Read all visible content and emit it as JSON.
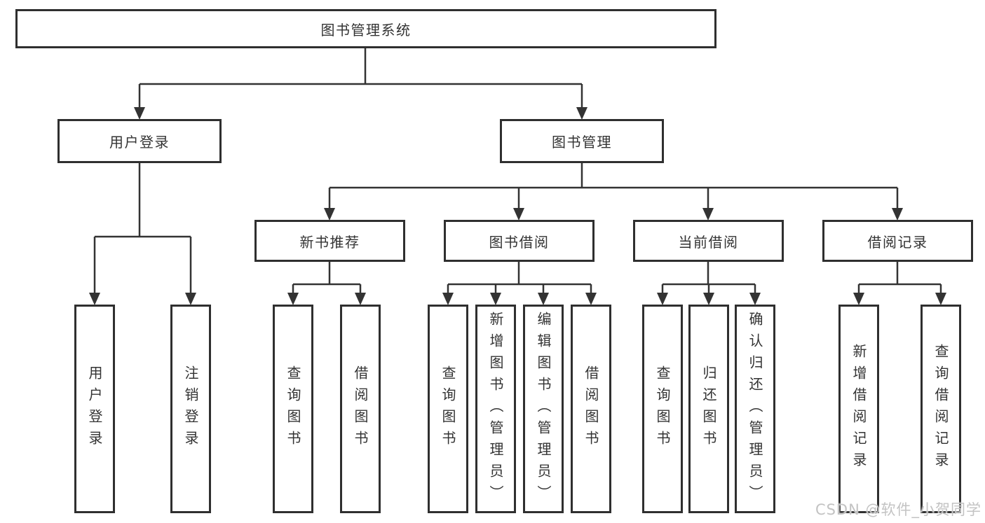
{
  "diagram": {
    "root": {
      "label": "图书管理系统"
    },
    "branches": [
      {
        "label": "用户登录",
        "children": [
          {
            "label": "用户登录"
          },
          {
            "label": "注销登录"
          }
        ]
      },
      {
        "label": "图书管理",
        "children": [
          {
            "label": "新书推荐",
            "children": [
              {
                "label": "查询图书"
              },
              {
                "label": "借阅图书"
              }
            ]
          },
          {
            "label": "图书借阅",
            "children": [
              {
                "label": "查询图书"
              },
              {
                "label": "新增图书（管理员）"
              },
              {
                "label": "编辑图书（管理员）"
              },
              {
                "label": "借阅图书"
              }
            ]
          },
          {
            "label": "当前借阅",
            "children": [
              {
                "label": "查询图书"
              },
              {
                "label": "归还图书"
              },
              {
                "label": "确认归还（管理员）"
              }
            ]
          },
          {
            "label": "借阅记录",
            "children": [
              {
                "label": "新增借阅记录"
              },
              {
                "label": "查询借阅记录"
              }
            ]
          }
        ]
      }
    ],
    "watermark": "CSDN @软件_小贺同学",
    "colors": {
      "line": "#333333",
      "box_border": "#2f2f2f",
      "text": "#333333",
      "watermark": "#c3c3c3",
      "background": "#ffffff"
    }
  }
}
